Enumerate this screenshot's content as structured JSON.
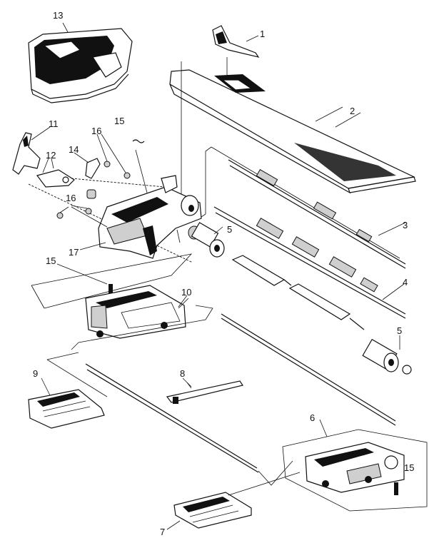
{
  "callouts": {
    "c1": "1",
    "c2": "2",
    "c3": "3",
    "c4": "4",
    "c5a": "5",
    "c5b": "5",
    "c6": "6",
    "c7": "7",
    "c8": "8",
    "c9": "9",
    "c10": "10",
    "c11": "11",
    "c12": "12",
    "c13": "13",
    "c14": "14",
    "c15a": "15",
    "c15b": "15",
    "c15c": "15",
    "c16a": "16",
    "c16b": "16",
    "c17": "17"
  },
  "colors": {
    "ink": "#111111",
    "paper": "#ffffff",
    "shade": "#cfcfcf"
  }
}
